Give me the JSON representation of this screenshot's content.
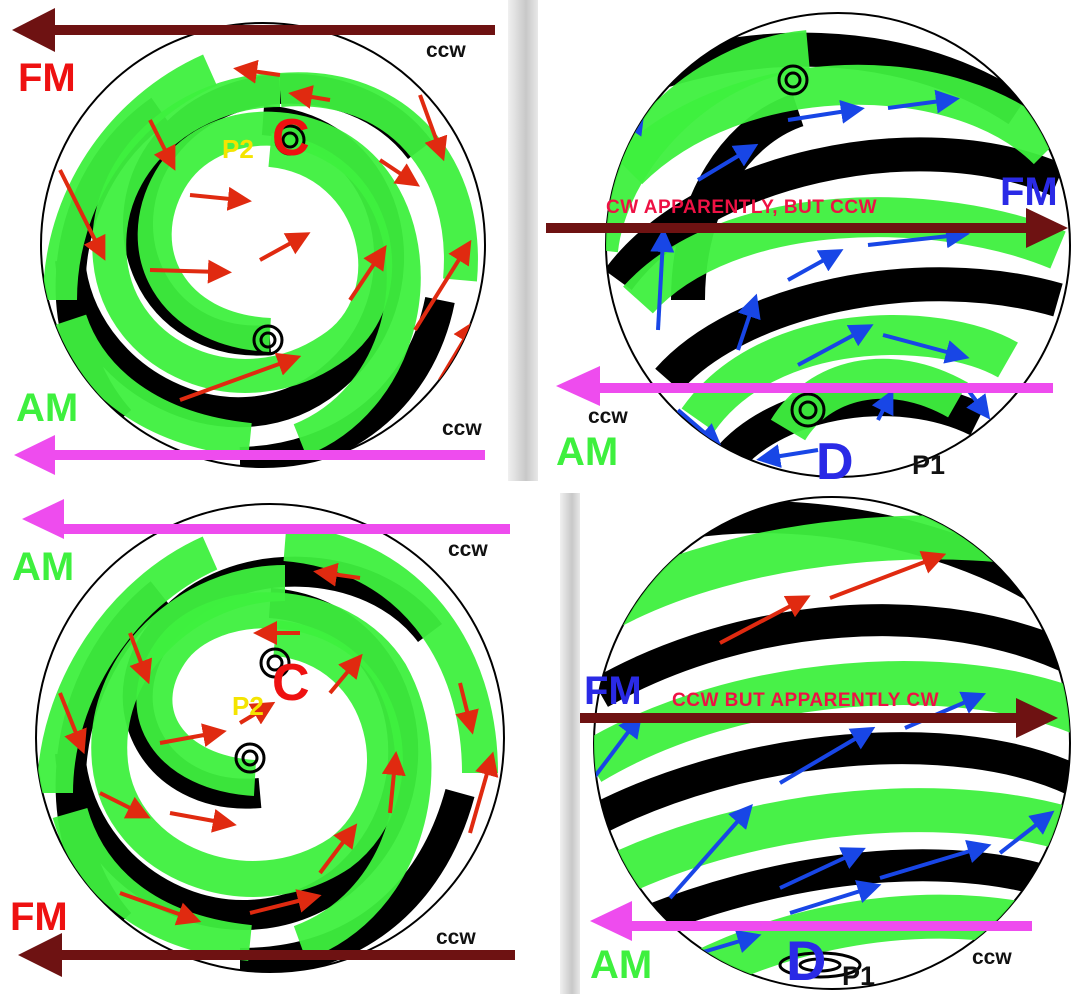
{
  "panels": {
    "top_left": {
      "top_label": "FM",
      "top_ccw": "ccw",
      "bottom_label": "AM",
      "bottom_ccw": "ccw",
      "center_label": "C",
      "point_label": "P2"
    },
    "top_right": {
      "right_label": "FM",
      "banner": "CW APPARENTLY, BUT CCW",
      "ccw": "ccw",
      "am_label": "AM",
      "center_label": "D",
      "point_label": "P1"
    },
    "bottom_left": {
      "top_label": "AM",
      "top_ccw": "ccw",
      "bottom_label": "FM",
      "bottom_ccw": "ccw",
      "center_label": "C",
      "point_label": "P2"
    },
    "bottom_right": {
      "left_label": "FM",
      "banner": "CCW BUT APPARENTLY CW",
      "am_label": "AM",
      "center_label": "D",
      "point_label": "P1",
      "ccw": "ccw"
    }
  },
  "colors": {
    "green_band": "#3ef03e",
    "black_band": "#000000",
    "fm_arrow": "#6e1212",
    "am_arrow": "#ee4cee",
    "red_arrows": "#e02a10",
    "blue_arrows": "#1846e6"
  }
}
